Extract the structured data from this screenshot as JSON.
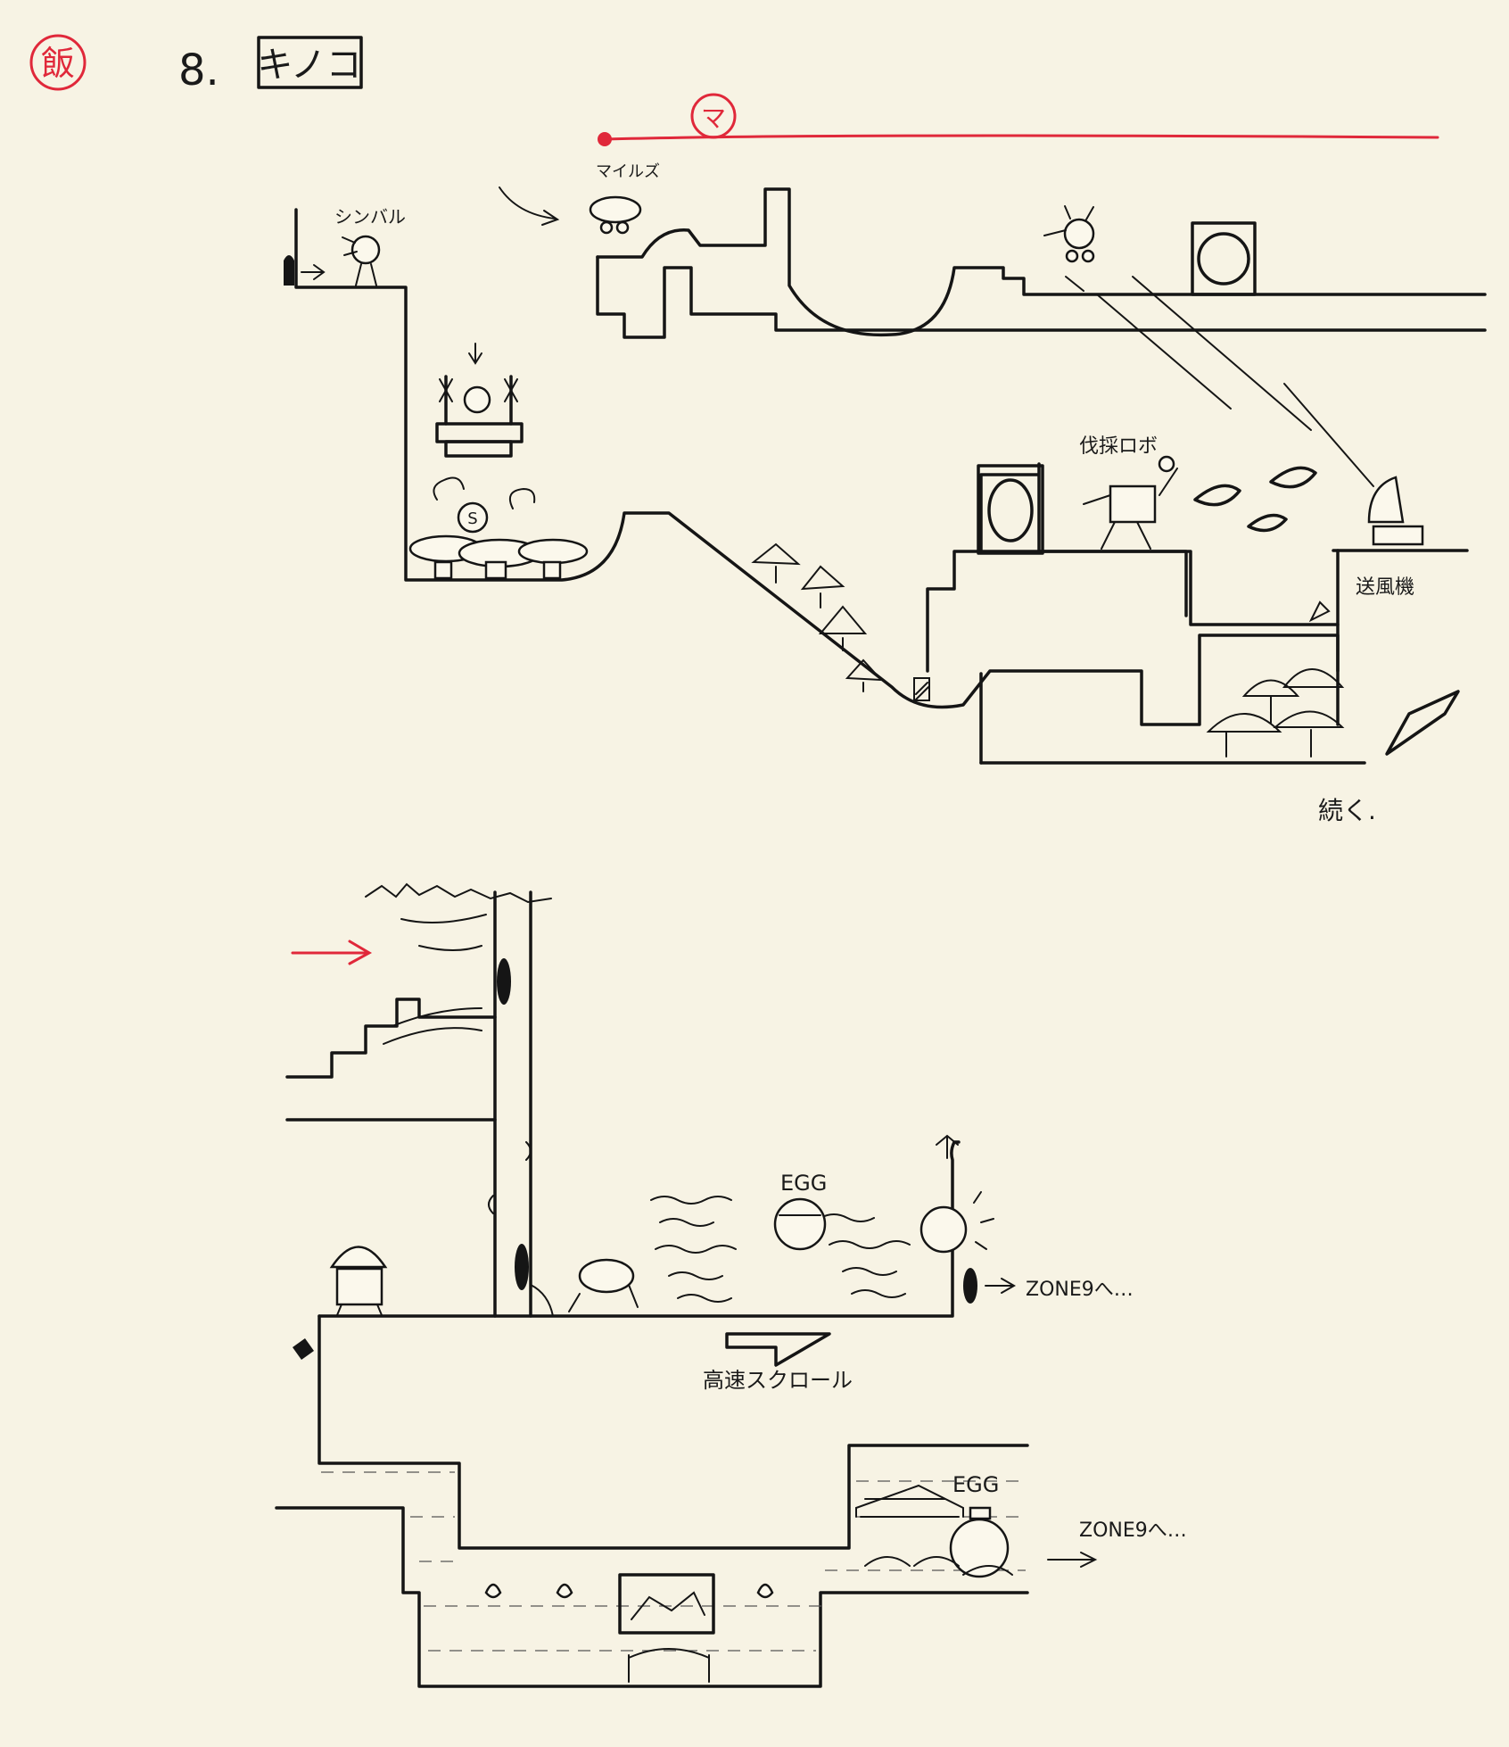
{
  "header": {
    "page_number": "8.",
    "zone_name": "キノコ"
  },
  "stamps": {
    "approval": "飯",
    "reviewer": "マ"
  },
  "labels": {
    "cymbal": "シンバル",
    "miles": "マイルズ",
    "logging_robo": "伐採ロボ",
    "wind_machine": "送風機",
    "continued": "続く.",
    "egg_upper": "EGG",
    "egg_lower": "EGG",
    "high_speed_scroll": "高速スクロール",
    "to_zone9_upper": "ZONE9へ…",
    "to_zone9_lower": "ZONE9へ…"
  },
  "colors": {
    "ink": "#151515",
    "paper": "#f7f3e4",
    "red_pencil": "#e0283a"
  }
}
